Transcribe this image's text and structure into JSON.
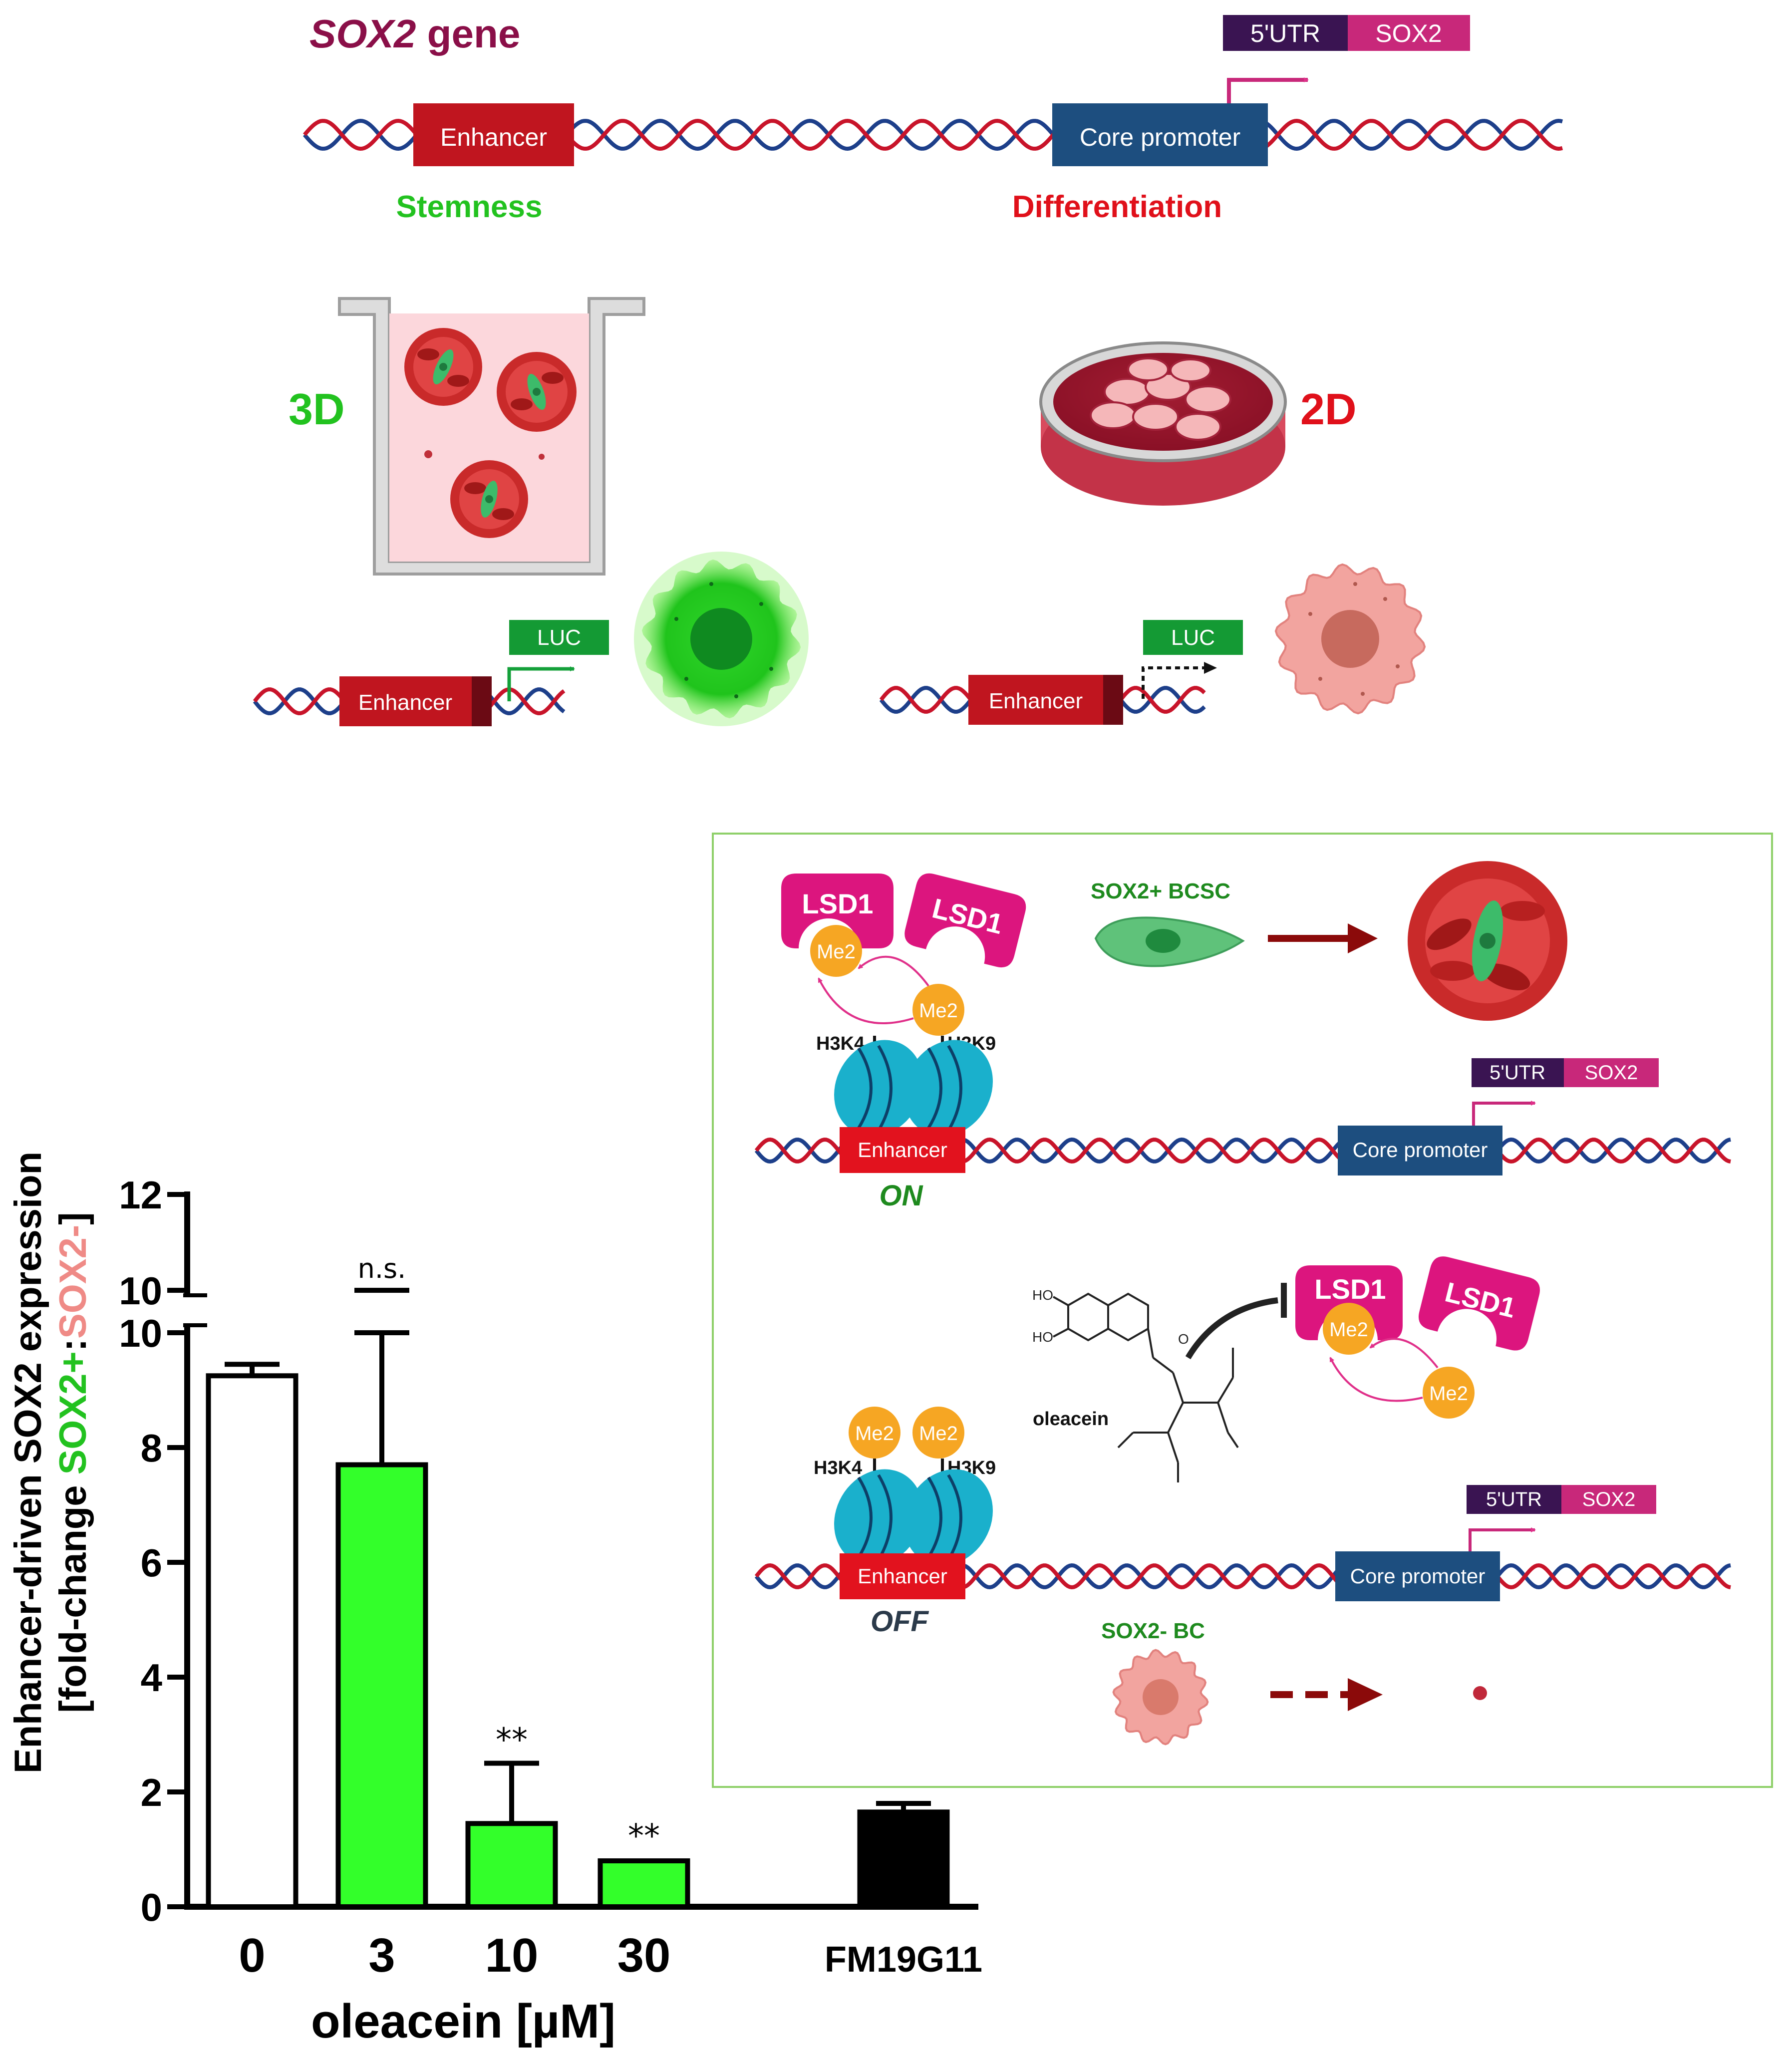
{
  "top": {
    "gene_title_italic": "SOX2",
    "gene_title_rest": " gene",
    "enhancer": "Enhancer",
    "core_promoter": "Core promoter",
    "utr": "5'UTR",
    "sox2": "SOX2",
    "stemness": "Stemness",
    "differentiation": "Differentiation",
    "label_3d": "3D",
    "label_2d": "2D",
    "luc": "LUC"
  },
  "mechanism": {
    "lsd1": "LSD1",
    "me2": "Me2",
    "h3k4": "H3K4",
    "h3k9": "H3K9",
    "on_label": "ON",
    "off_label": "OFF",
    "sox2_bcsc": "SOX2+ BCSC",
    "sox2_bc": "SOX2- BC",
    "oleacein": "oleacein",
    "ho": "HO",
    "o": "O"
  },
  "colors": {
    "maroon": "#8a0f48",
    "green_text": "#22c21f",
    "red_text": "#e0101a",
    "enhancer_red": "#c0151f",
    "promoter_blue": "#1d4e7f",
    "utr_purple": "#3a1452",
    "sox2_magenta": "#c8287a",
    "luc_green": "#149a34",
    "lsd1_pink": "#dc157e",
    "me2_orange": "#f6a623",
    "bar_green": "#33ff2a",
    "border_green": "#8fd06a"
  },
  "chart_data": {
    "type": "bar",
    "categories": [
      "0",
      "3",
      "10",
      "30",
      "FM19G11"
    ],
    "values": [
      9.25,
      7.7,
      1.45,
      0.8,
      1.65
    ],
    "errors": [
      0.2,
      2.3,
      1.05,
      0.0,
      0.15
    ],
    "bar_colors": [
      "#ffffff",
      "#33ff2a",
      "#33ff2a",
      "#33ff2a",
      "#000000"
    ],
    "significance": [
      "",
      "n.s.",
      "**",
      "**",
      ""
    ],
    "xlabel": "oleacein [µM]",
    "ylabel_line1": "Enhancer-driven SOX2 expression",
    "ylabel_line2_a": "[fold-change ",
    "ylabel_line2_b": "SOX2+",
    "ylabel_line2_c": ":",
    "ylabel_line2_d": "SOX2-",
    "ylabel_line2_e": "]",
    "ylim": [
      0,
      12
    ],
    "axis_break": [
      10,
      10
    ],
    "yticks_lower": [
      "0",
      "2",
      "4",
      "6",
      "8",
      "10"
    ],
    "yticks_upper": [
      "10",
      "12"
    ]
  }
}
